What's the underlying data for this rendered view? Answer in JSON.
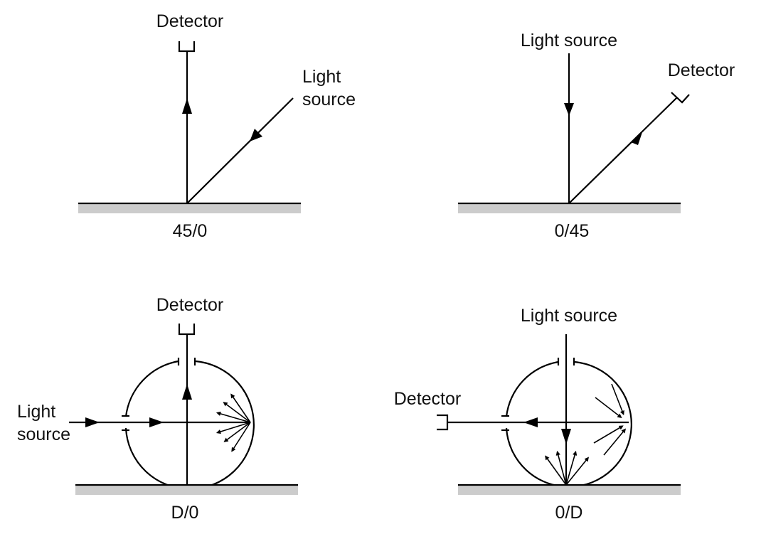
{
  "figure": {
    "panels": [
      {
        "id": "45-0",
        "caption": "45/0",
        "labels": {
          "detector": "Detector",
          "light_source": [
            "Light",
            "source"
          ]
        },
        "geometry": "illumination at 45°, detection at 0° (normal)"
      },
      {
        "id": "0-45",
        "caption": "0/45",
        "labels": {
          "detector": "Detector",
          "light_source": "Light source"
        },
        "geometry": "illumination at 0° (normal), detection at 45°"
      },
      {
        "id": "D-0",
        "caption": "D/0",
        "labels": {
          "detector": "Detector",
          "light_source": [
            "Light",
            "source"
          ]
        },
        "geometry": "diffuse illumination via integrating sphere, detection at 0°"
      },
      {
        "id": "0-D",
        "caption": "0/D",
        "labels": {
          "detector": "Detector",
          "light_source": "Light source"
        },
        "geometry": "illumination at 0°, diffuse detection via integrating sphere"
      }
    ],
    "colors": {
      "line": "#000000",
      "surface": "#cccccc",
      "background": "#ffffff"
    }
  }
}
